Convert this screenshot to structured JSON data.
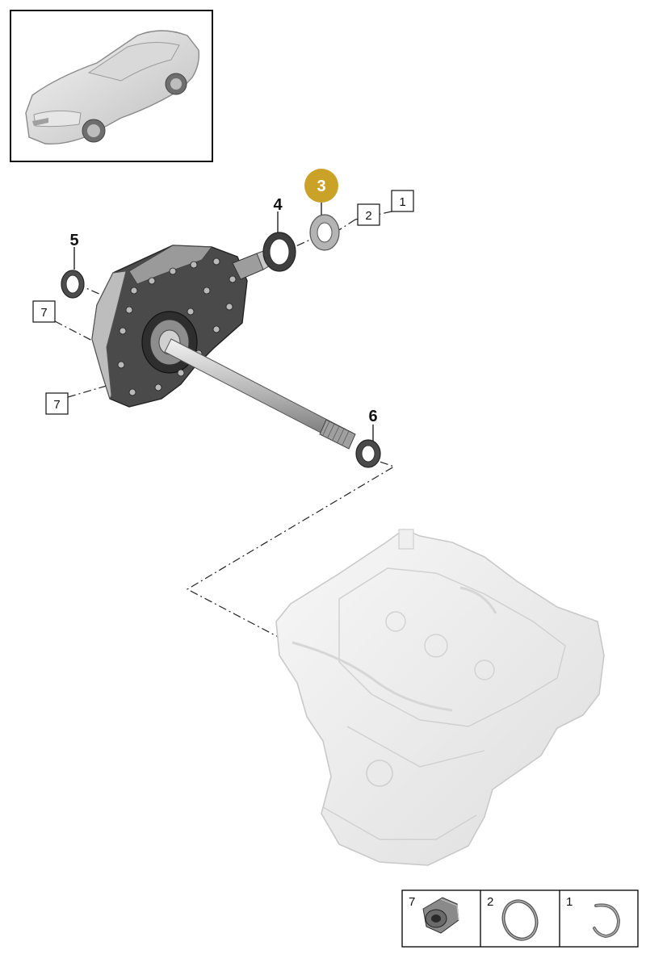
{
  "colors": {
    "highlight": "#C9A227",
    "line": "#222222",
    "part_dark": "#3b3b3b",
    "part_mid": "#8c8c8c",
    "part_light": "#d4d4d4",
    "engine": "#eeeeee"
  },
  "callouts": {
    "item_3": "3",
    "item_4": "4",
    "item_5": "5",
    "item_6": "6"
  },
  "boxed_refs": {
    "box_1": "1",
    "box_2": "2",
    "box_7_upper": "7",
    "box_7_lower": "7"
  },
  "legend": [
    {
      "number": "7",
      "icon": "screw-plug-icon"
    },
    {
      "number": "2",
      "icon": "o-ring-icon"
    },
    {
      "number": "1",
      "icon": "circlip-icon"
    }
  ]
}
